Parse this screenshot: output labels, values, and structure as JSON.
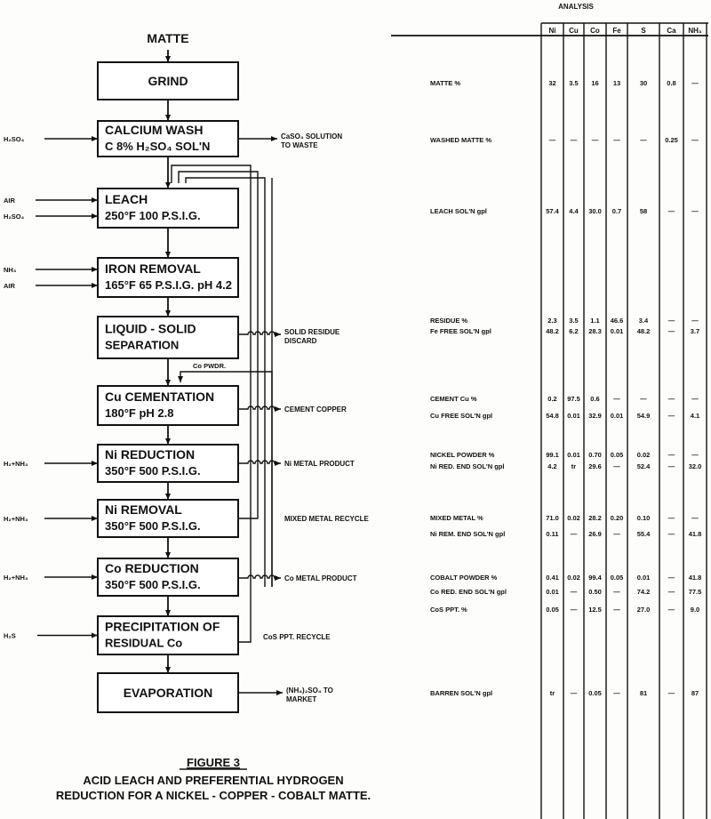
{
  "diagram": {
    "top_label": "MATTE",
    "boxes": [
      {
        "id": "grind",
        "lines": [
          "GRIND"
        ]
      },
      {
        "id": "calcium-wash",
        "lines": [
          "CALCIUM  WASH",
          "C 8%  H₂SO₄ SOL'N"
        ]
      },
      {
        "id": "leach",
        "lines": [
          "LEACH",
          "250°F   100 P.S.I.G."
        ]
      },
      {
        "id": "iron-removal",
        "lines": [
          "IRON  REMOVAL",
          "165°F  65 P.S.I.G.   pH 4.2"
        ]
      },
      {
        "id": "liquid-solid-separation",
        "lines": [
          "LIQUID - SOLID",
          "SEPARATION"
        ]
      },
      {
        "id": "cu-cementation",
        "lines": [
          "Cu  CEMENTATION",
          "180°F          pH 2.8"
        ]
      },
      {
        "id": "ni-reduction",
        "lines": [
          "Ni  REDUCTION",
          "350°F    500 P.S.I.G."
        ]
      },
      {
        "id": "ni-removal",
        "lines": [
          "Ni  REMOVAL",
          "350°F    500 P.S.I.G."
        ]
      },
      {
        "id": "co-reduction",
        "lines": [
          "Co  REDUCTION",
          "350°F    500 P.S.I.G."
        ]
      },
      {
        "id": "precipitation",
        "lines": [
          "PRECIPITATION  OF",
          "RESIDUAL  Co"
        ]
      },
      {
        "id": "evaporation",
        "lines": [
          "EVAPORATION"
        ]
      }
    ],
    "inputs": {
      "calcium-wash": [
        "H₂SO₄"
      ],
      "leach": [
        "AIR",
        "H₂SO₄"
      ],
      "iron-removal": [
        "NH₃",
        "AIR"
      ],
      "ni-reduction": [
        "H₂+NH₃"
      ],
      "ni-removal": [
        "H₂+NH₃"
      ],
      "co-reduction": [
        "H₂+NH₃"
      ],
      "precipitation": [
        "H₂S"
      ]
    },
    "outputs": [
      {
        "box": "calcium-wash",
        "lines": [
          "CaSO₄ SOLUTION",
          "TO WASTE"
        ]
      },
      {
        "box": "liquid-solid-separation",
        "lines": [
          "SOLID  RESIDUE",
          "DISCARD"
        ]
      },
      {
        "box": "cu-cementation",
        "lines": [
          "CEMENT  COPPER"
        ]
      },
      {
        "box": "ni-reduction",
        "lines": [
          "Ni  METAL  PRODUCT"
        ]
      },
      {
        "box": "ni-removal",
        "lines": [
          "MIXED  METAL  RECYCLE"
        ]
      },
      {
        "box": "co-reduction",
        "lines": [
          "Co  METAL  PRODUCT"
        ]
      },
      {
        "box": "precipitation",
        "lines": [
          "CoS  PPT.  RECYCLE"
        ]
      },
      {
        "box": "evaporation",
        "lines": [
          "(NH₄)₂SO₄  TO",
          "MARKET"
        ]
      }
    ],
    "co_powder_label": "Co PWDR.",
    "figure_label": "FIGURE 3",
    "caption": [
      "ACID  LEACH  AND  PREFERENTIAL  HYDROGEN",
      "REDUCTION  FOR  A  NICKEL - COPPER - COBALT  MATTE."
    ]
  },
  "analysis": {
    "title": "ANALYSIS",
    "columns": [
      "Ni",
      "Cu",
      "Co",
      "Fe",
      "S",
      "Ca",
      "NH₃"
    ],
    "rows": [
      {
        "label": "MATTE %",
        "values": [
          "32",
          "3.5",
          "16",
          "13",
          "30",
          "0.8",
          "—"
        ]
      },
      {
        "label": "WASHED  MATTE %",
        "values": [
          "—",
          "—",
          "—",
          "—",
          "—",
          "0.25",
          "—"
        ]
      },
      {
        "label": "LEACH  SOL'N  gpl",
        "values": [
          "57.4",
          "4.4",
          "30.0",
          "0.7",
          "58",
          "—",
          "—"
        ]
      },
      {
        "label": "RESIDUE %",
        "values": [
          "2.3",
          "3.5",
          "1.1",
          "46.6",
          "3.4",
          "—",
          "—"
        ]
      },
      {
        "label": "Fe  FREE  SOL'N  gpl",
        "values": [
          "48.2",
          "6.2",
          "28.3",
          "0.01",
          "48.2",
          "—",
          "3.7"
        ]
      },
      {
        "label": "CEMENT  Cu %",
        "values": [
          "0.2",
          "97.5",
          "0.6",
          "—",
          "—",
          "—",
          "—"
        ]
      },
      {
        "label": "Cu  FREE  SOL'N  gpl",
        "values": [
          "54.8",
          "0.01",
          "32.9",
          "0.01",
          "54.9",
          "—",
          "4.1"
        ]
      },
      {
        "label": "NICKEL  POWDER %",
        "values": [
          "99.1",
          "0.01",
          "0.70",
          "0.05",
          "0.02",
          "—",
          "—"
        ]
      },
      {
        "label": "Ni  RED.  END  SOL'N  gpl",
        "values": [
          "4.2",
          "tr",
          "29.6",
          "—",
          "52.4",
          "—",
          "32.0"
        ]
      },
      {
        "label": "MIXED  METAL %",
        "values": [
          "71.0",
          "0.02",
          "28.2",
          "0.20",
          "0.10",
          "—",
          "—"
        ]
      },
      {
        "label": "Ni  REM.  END  SOL'N  gpl",
        "values": [
          "0.11",
          "—",
          "26.9",
          "—",
          "55.4",
          "—",
          "41.8"
        ]
      },
      {
        "label": "COBALT  POWDER %",
        "values": [
          "0.41",
          "0.02",
          "99.4",
          "0.05",
          "0.01",
          "—",
          "41.8"
        ]
      },
      {
        "label": "Co  RED.  END  SOL'N gpl",
        "values": [
          "0.01",
          "—",
          "0.50",
          "—",
          "74.2",
          "—",
          "77.5"
        ]
      },
      {
        "label": "CoS  PPT. %",
        "values": [
          "0.05",
          "—",
          "12.5",
          "—",
          "27.0",
          "—",
          "9.0"
        ]
      },
      {
        "label": "BARREN  SOL'N  gpl",
        "values": [
          "tr",
          "—",
          "0.05",
          "—",
          "81",
          "—",
          "87"
        ]
      }
    ]
  }
}
